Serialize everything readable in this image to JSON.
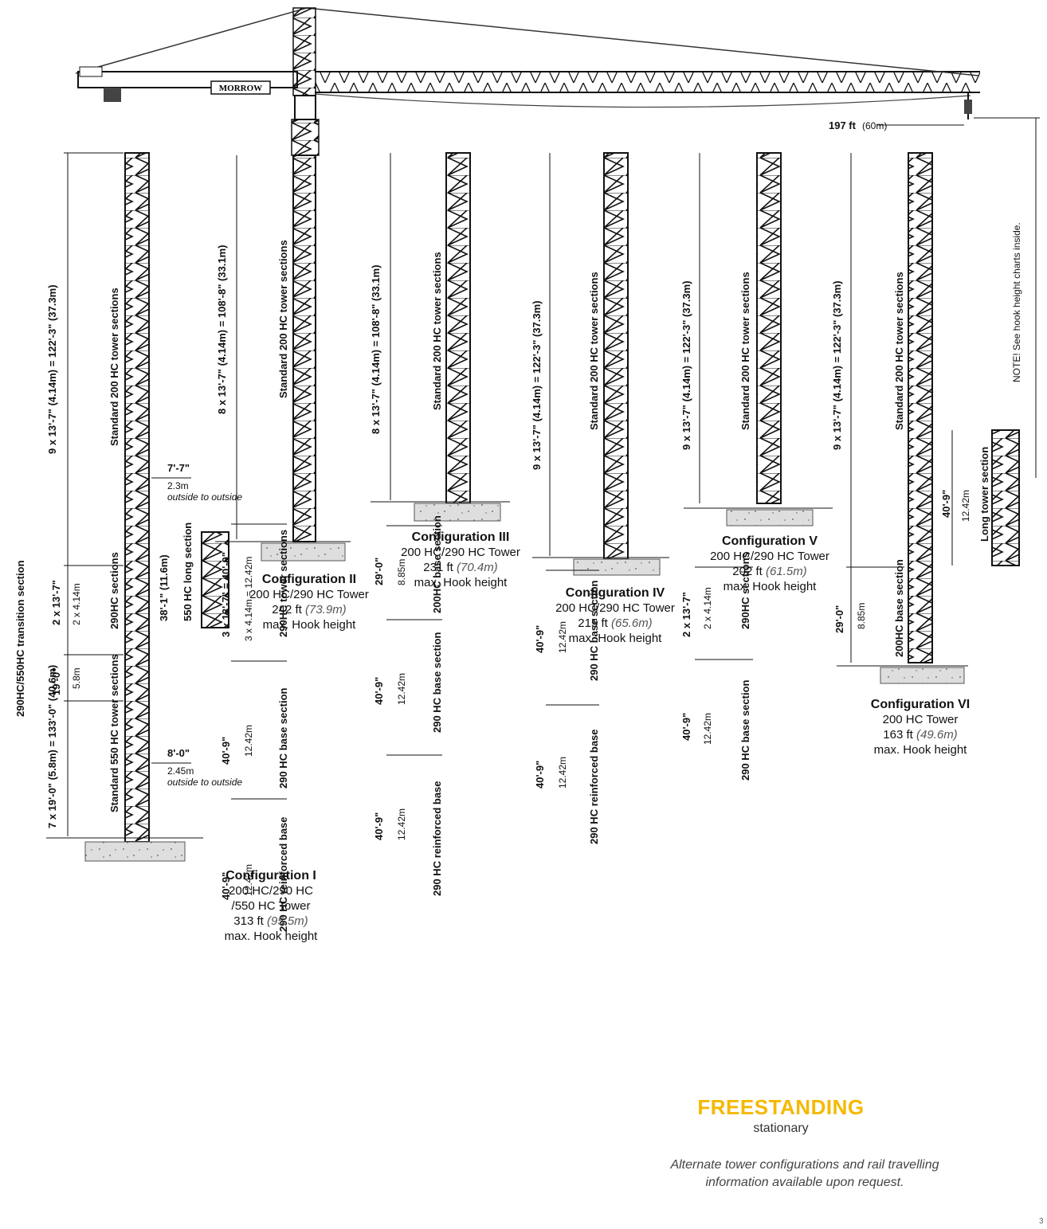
{
  "crane": {
    "brand": "MORROW",
    "jib_length": "197 ft",
    "jib_length_metric": "(60m)",
    "note": "NOTE! See hook height charts inside."
  },
  "configurations": [
    {
      "title": "Configuration I",
      "tower": [
        "200 HC/290 HC",
        "/550 HC Tower"
      ],
      "height": "313 ft",
      "height_metric": "(95.5m)",
      "hook": "max. Hook height",
      "dims": [
        {
          "main": "9 x 13'-7\" (4.14m) = 122'-3\" (37.3m)",
          "label": "Standard 200 HC tower sections"
        },
        {
          "main": "2 x 13'-7\"",
          "sub": "2 x 4.14m",
          "label": "290HC sections"
        },
        {
          "main": "19'-0\"",
          "sub": "5.8m",
          "label": "290HC/550HC transition section"
        },
        {
          "main": "7 x 19'-0\" (5.8m) = 133'-0\" (40.6m)",
          "label": "Standard 550 HC tower sections"
        },
        {
          "main": "38'-1\" (11.6m)",
          "label": "550 HC long section"
        }
      ],
      "widths": [
        {
          "main": "7'-7\"",
          "metric": "2.3m",
          "note": "outside to outside"
        },
        {
          "main": "8'-0\"",
          "metric": "2.45m",
          "note": "outside to outside"
        }
      ]
    },
    {
      "title": "Configuration II",
      "tower": [
        "200 HC/290 HC Tower"
      ],
      "height": "242 ft",
      "height_metric": "(73.9m)",
      "hook": "max. Hook height",
      "dims": [
        {
          "main": "8 x 13'-7\" (4.14m) = 108'-8\" (33.1m)",
          "label": "Standard 200 HC tower sections"
        },
        {
          "main": "3 x 13'-7\" = 40'-9\"",
          "sub": "3 x 4.14m = 12.42m",
          "label": "290HC tower sections"
        },
        {
          "main": "40'-9\"",
          "sub": "12.42m",
          "label": "290 HC base section"
        },
        {
          "main": "40'-9\"",
          "sub": "12.42m",
          "label": "290 HC reinforced base"
        }
      ]
    },
    {
      "title": "Configuration III",
      "tower": [
        "200 HC/290 HC Tower"
      ],
      "height": "231 ft",
      "height_metric": "(70.4m)",
      "hook": "max. Hook height",
      "dims": [
        {
          "main": "8 x 13'-7\" (4.14m) = 108'-8\" (33.1m)",
          "label": "Standard 200 HC tower sections"
        },
        {
          "main": "29'-0\"",
          "sub": "8.85m",
          "label": "200HC base section"
        },
        {
          "main": "40'-9\"",
          "sub": "12.42m",
          "label": "290 HC base section"
        },
        {
          "main": "40'-9\"",
          "sub": "12.42m",
          "label": "290 HC reinforced base"
        }
      ]
    },
    {
      "title": "Configuration IV",
      "tower": [
        "200 HC/290 HC Tower"
      ],
      "height": "215 ft",
      "height_metric": "(65.6m)",
      "hook": "max. Hook height",
      "dims": [
        {
          "main": "9 x 13'-7\" (4.14m) = 122'-3\" (37.3m)",
          "label": "Standard 200 HC tower sections"
        },
        {
          "main": "40'-9\"",
          "sub": "12.42m",
          "label": "290 HC base section"
        },
        {
          "main": "40'-9\"",
          "sub": "12.42m",
          "label": "290 HC reinforced base"
        }
      ]
    },
    {
      "title": "Configuration V",
      "tower": [
        "200 HC/290 HC Tower"
      ],
      "height": "202 ft",
      "height_metric": "(61.5m)",
      "hook": "max. Hook height",
      "dims": [
        {
          "main": "9 x 13'-7\" (4.14m) = 122'-3\" (37.3m)",
          "label": "Standard 200 HC tower sections"
        },
        {
          "main": "2 x 13'-7\"",
          "sub": "2 x 4.14m",
          "label": "290HC sections"
        },
        {
          "main": "40'-9\"",
          "sub": "12.42m",
          "label": "290 HC base section"
        }
      ]
    },
    {
      "title": "Configuration VI",
      "tower": [
        "200 HC Tower"
      ],
      "height": "163 ft",
      "height_metric": "(49.6m)",
      "hook": "max. Hook height",
      "dims": [
        {
          "main": "9 x 13'-7\" (4.14m) = 122'-3\" (37.3m)",
          "label": "Standard 200 HC tower sections"
        },
        {
          "main": "29'-0\"",
          "sub": "8.85m",
          "label": "200HC base section"
        },
        {
          "main": "40'-9\"",
          "sub": "12.42m",
          "label": "Long tower section"
        }
      ]
    }
  ],
  "footer": {
    "heading": "FREESTANDING",
    "subheading": "stationary",
    "note_line1": "Alternate tower configurations and rail travelling",
    "note_line2": "information available upon request.",
    "page": "3"
  },
  "colors": {
    "accent": "#f5b800",
    "steel": "#1a1a1a",
    "foundation": "#d9d9d9"
  }
}
